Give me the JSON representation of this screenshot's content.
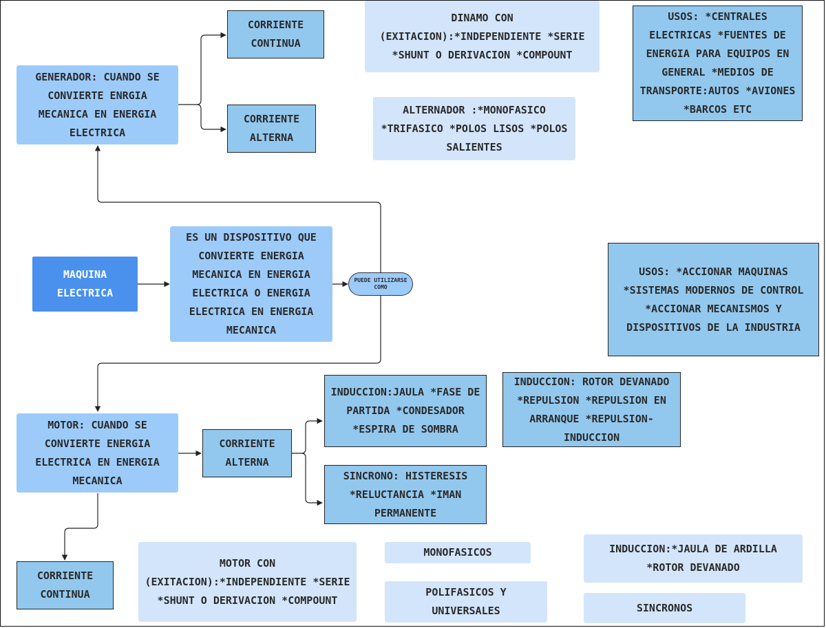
{
  "nodes": {
    "maquina": "MAQUINA ELECTRICA",
    "definicion": "ES UN DISPOSITIVO QUE CONVIERTE ENERGIA MECANICA EN ENERGIA ELECTRICA O ENERGIA ELECTRICA  EN ENERGIA MECANICA",
    "puede": "PUEDE UTILIZARSE COMO",
    "generador": "GENERADOR: CUANDO SE CONVIERTE ENRGIA MECANICA EN ENERGIA ELECTRICA",
    "gen_continua": "CORRIENTE CONTINUA",
    "gen_alterna": "CORRIENTE ALTERNA",
    "dinamo": "DINAMO CON (EXITACION):*INDEPENDIENTE *SERIE *SHUNT O DERIVACION *COMPOUNT",
    "alternador": "ALTERNADOR :*MONOFASICO *TRIFASICO *POLOS LISOS *POLOS SALIENTES",
    "usos_gen": "USOS: *CENTRALES ELECTRICAS *FUENTES DE ENERGIA PARA EQUIPOS EN GENERAL *MEDIOS DE TRANSPORTE:AUTOS *AVIONES *BARCOS ETC",
    "usos_motor": "USOS: *ACCIONAR MAQUINAS *SISTEMAS MODERNOS DE CONTROL *ACCIONAR MECANISMOS Y DISPOSITIVOS DE LA INDUSTRIA",
    "motor": "MOTOR: CUANDO SE CONVIERTE ENERGIA ELECTRICA EN ENERGIA MECANICA",
    "mot_alterna": "CORRIENTE ALTERNA",
    "mot_continua": "CORRIENTE CONTINUA",
    "induccion_jaula": "INDUCCION:JAULA *FASE DE PARTIDA *CONDESADOR *ESPIRA DE SOMBRA",
    "induccion_rotor": "INDUCCION: ROTOR DEVANADO *REPULSION *REPULSION EN ARRANQUE *REPULSION- INDUCCION",
    "sincrono": "SINCRONO: HISTERESIS *RELUCTANCIA *IMAN PERMANENTE",
    "motor_con": "MOTOR CON (EXITACION):*INDEPENDIENTE *SERIE *SHUNT O DERIVACION *COMPOUNT",
    "monofasicos": "MONOFASICOS",
    "polifasicos": "POLIFASICOS Y UNIVERSALES",
    "induccion_ardilla": "INDUCCION:*JAULA DE ARDILLA *ROTOR DEVANADO",
    "sincronos": "SINCRONOS"
  }
}
